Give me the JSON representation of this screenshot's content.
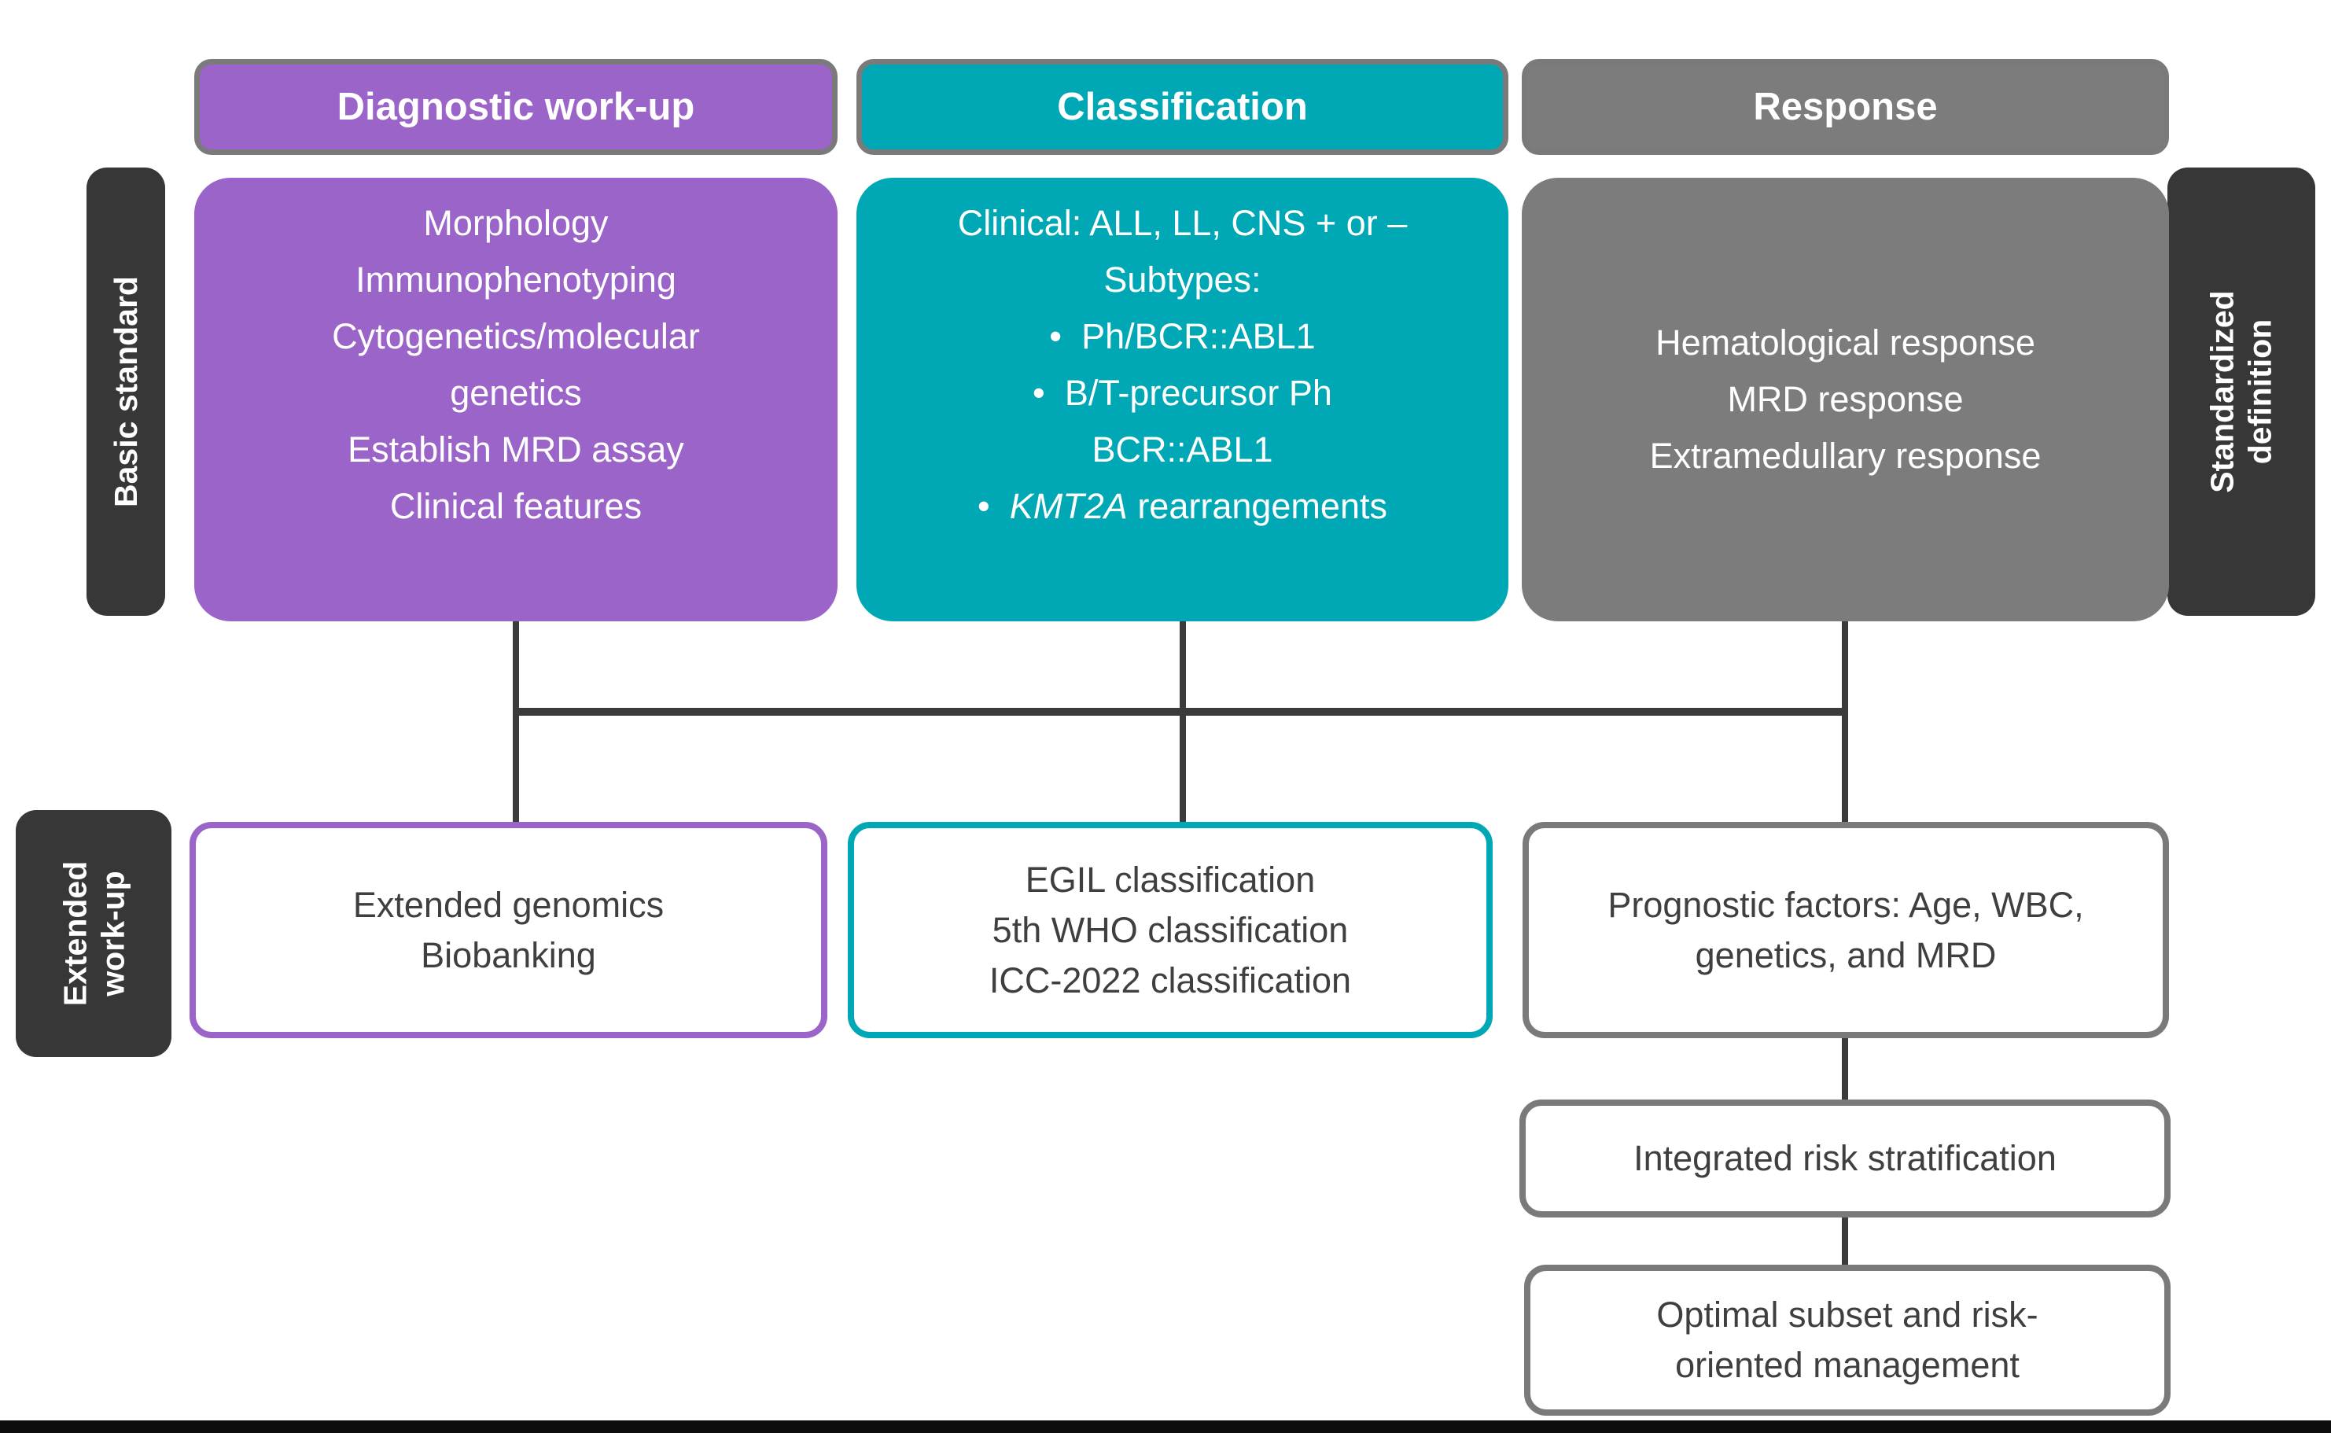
{
  "palette": {
    "purple": "#9A64C8",
    "teal": "#00A7B5",
    "gray": "#7C7C7C",
    "dark": "#373737",
    "line": "#3B3B3B",
    "border_gray": "#7A7A7A",
    "text_dark": "#3F3F3F"
  },
  "headers": {
    "diagnostic": "Diagnostic work-up",
    "classification": "Classification",
    "response": "Response"
  },
  "side_labels": {
    "basic_standard": {
      "lines": [
        "Basic standard"
      ]
    },
    "standardized_definition": {
      "lines": [
        "Standardized",
        "definition"
      ]
    },
    "extended_workup": {
      "lines": [
        "Extended",
        "work-up"
      ]
    }
  },
  "main": {
    "diagnostic": {
      "lines": [
        "Morphology",
        "Immunophenotyping",
        "Cytogenetics/molecular",
        "genetics",
        "Establish MRD assay",
        "Clinical features"
      ]
    },
    "classification": {
      "clinical": "Clinical: ALL, LL, CNS + or –",
      "subtypes_label": "Subtypes:",
      "bullet_glyph": "•",
      "bullet_ph": "Ph/BCR::ABL1",
      "bullet_bt_line1": "B/T-precursor Ph",
      "bullet_bt_line2": "BCR::ABL1",
      "bullet_kmt2a_gene": "KMT2A",
      "bullet_kmt2a_rest": " rearrangements"
    },
    "response": {
      "lines": [
        "Hematological response",
        "MRD response",
        "Extramedullary response"
      ]
    }
  },
  "bottom": {
    "extended_genomics": {
      "lines": [
        "Extended genomics",
        "Biobanking"
      ]
    },
    "classifications": {
      "lines": [
        "EGIL classification",
        "5th WHO classification",
        "ICC-2022 classification"
      ]
    },
    "prognostic": {
      "lines": [
        "Prognostic factors: Age, WBC,",
        "genetics, and MRD"
      ]
    },
    "integrated": {
      "lines": [
        "Integrated risk stratification"
      ]
    },
    "optimal": {
      "lines": [
        "Optimal subset and risk-",
        "oriented management"
      ]
    }
  }
}
